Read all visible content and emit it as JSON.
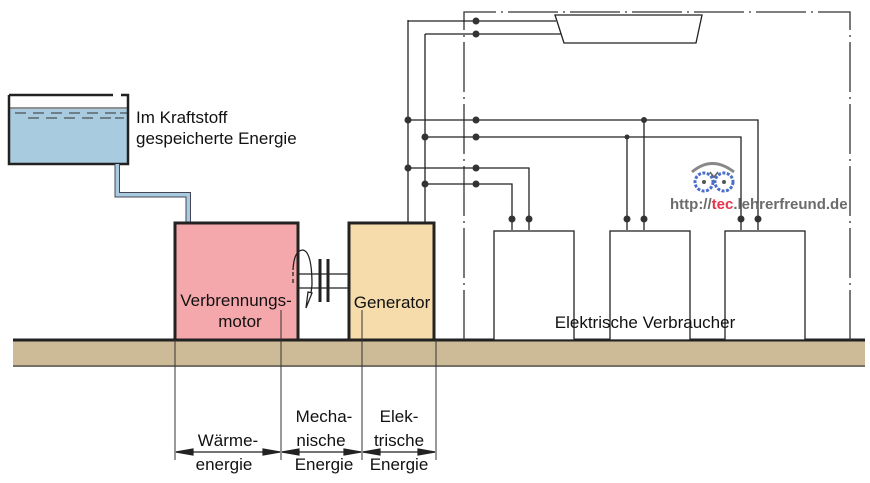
{
  "title": "Energieumwandlung: Verbrennungsmotor – Generator – Elektrische Verbraucher",
  "labels": {
    "tank_line1": "Im Kraftstoff",
    "tank_line2": "gespeicherte Energie",
    "engine_line1": "Verbrennungs-",
    "engine_line2": "motor",
    "generator": "Generator",
    "consumers": "Elektrische Verbraucher"
  },
  "energy_sections": [
    {
      "line1": "Wärme-",
      "line2": "energie"
    },
    {
      "line1": "Mecha-",
      "line2": "nische",
      "line3": "Energie"
    },
    {
      "line1": "Elek-",
      "line2": "trische",
      "line3": "Energie"
    }
  ],
  "watermark": {
    "prefix": "http://",
    "highlight": "tec",
    "suffix": ".lehrerfreund.de"
  },
  "colors": {
    "fuel": "#a9cbe0",
    "engine": "#f5a8ab",
    "generator": "#f6dcab",
    "ground": "#cdbb98",
    "line": "#222222",
    "watermark_gray": "#6b6b6b",
    "watermark_red": "#e8334a",
    "gear_blue": "#4a6fc9"
  },
  "consumer_count": 3
}
